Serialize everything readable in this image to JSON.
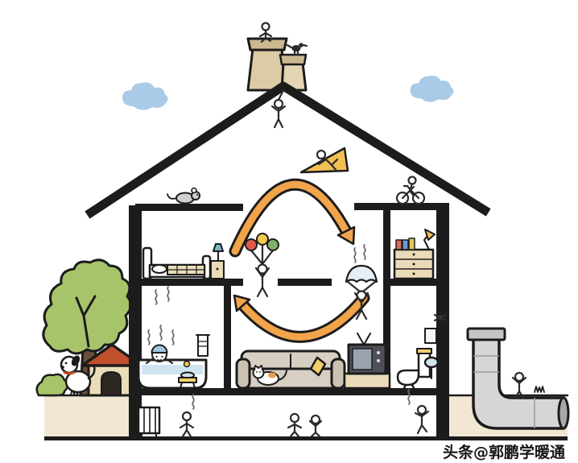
{
  "watermark": {
    "text": "头条@郭鹏学暖通"
  },
  "colors": {
    "outline": "#1c1c1c",
    "arrow_orange": "#F2A44A",
    "cloud_blue": "#A9CBE8",
    "tree_green": "#A8C46B",
    "trunk_brown": "#6B4F3A",
    "chimney_tan": "#DCCBA4",
    "chimney_cap": "#CBB88E",
    "ground_beige": "#F1E7D2",
    "doghouse_red": "#C14F2B",
    "furniture_tan": "#EADCB8",
    "sofa_gray": "#D6CFC2",
    "sofa_arm_gray": "#CBC2B2",
    "pillow_yellow": "#EFD06A",
    "water_blue": "#CFE4F0",
    "pipe_gray": "#D6D6D6",
    "glider_yellow": "#F2C052",
    "balloon_red": "#E05A4E",
    "balloon_yellow": "#F2C94C",
    "balloon_green": "#7FB069",
    "tv_dark": "#50505A",
    "tv_screen": "#9AA4B0",
    "cap_blue": "#9EC7E0",
    "lamp_teal": "#7FB8C4",
    "mouse_gray": "#CFCFCF",
    "parachute_blue": "#E4EEF5"
  },
  "scene": {
    "elements": [
      "cloud-left",
      "cloud-right",
      "chimney",
      "chimney-sitter",
      "chimney-bird",
      "roof",
      "attic-climber",
      "attic-mouse",
      "attic-glider-rider",
      "attic-cyclist",
      "bedroom-bed",
      "bedroom-nightstand",
      "bedroom-lamp",
      "study-dresser",
      "study-books",
      "study-desk-lamp",
      "circulation-arrow-top",
      "circulation-arrow-bottom",
      "balloon-figure",
      "parachute-figure",
      "bathroom-bathtub",
      "bathing-person",
      "bath-towel",
      "bath-stool",
      "living-sofa",
      "sofa-cushion",
      "sofa-cat",
      "television",
      "tv-stand",
      "toilet",
      "wash-sink",
      "mirror",
      "spider",
      "basement-radiator",
      "basement-kid-left",
      "basement-kids-center",
      "basement-kid-right",
      "tree",
      "bush",
      "doghouse",
      "dog",
      "exhaust-pipe",
      "pipe-person",
      "grass",
      "watermark"
    ]
  }
}
